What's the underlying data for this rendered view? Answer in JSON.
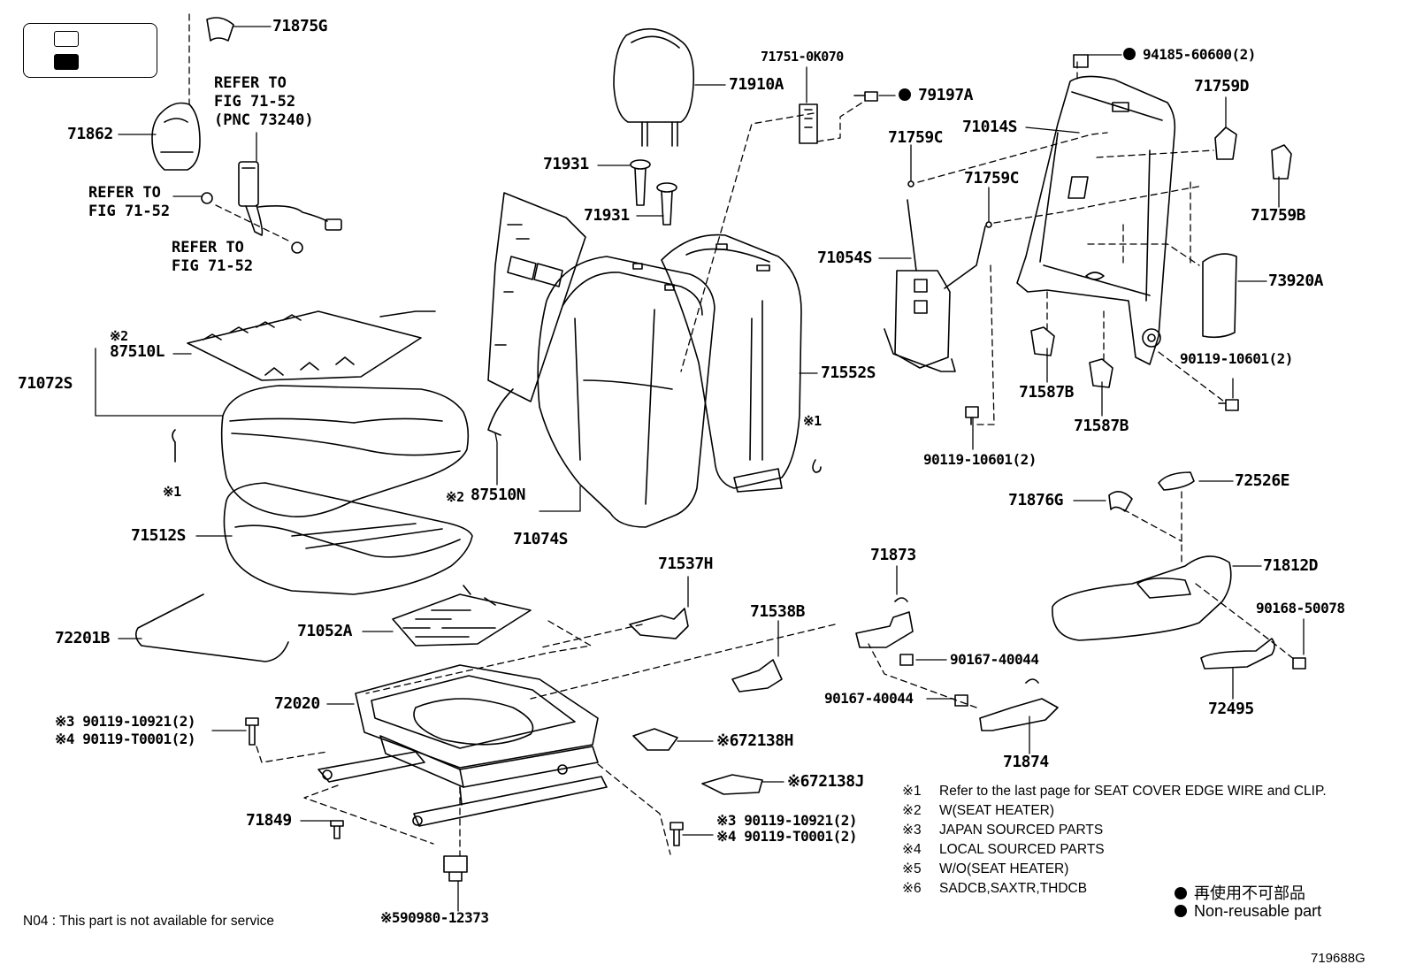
{
  "key": {
    "items": [
      "open-box",
      "filled-box"
    ]
  },
  "labels": {
    "l_71875G": "71875G",
    "l_71862": "71862",
    "l_71910A": "71910A",
    "l_71751": "71751-0K070",
    "l_79197A": "79197A",
    "l_94185": "94185-60600(2)",
    "l_71759D": "71759D",
    "l_71931a": "71931",
    "l_71931b": "71931",
    "l_71759Ca": "71759C",
    "l_71014S": "71014S",
    "l_71759Cb": "71759C",
    "l_71759B": "71759B",
    "l_71054S": "71054S",
    "l_73920A": "73920A",
    "l_87510L": "87510L",
    "l_71072S": "71072S",
    "l_71552S": "71552S",
    "l_90119a": "90119-10601(2)",
    "l_71587Ba": "71587B",
    "l_71587Bb": "71587B",
    "l_90119b": "90119-10601(2)",
    "l_87510N": "87510N",
    "l_72526E": "72526E",
    "l_71876G": "71876G",
    "l_71512S": "71512S",
    "l_71074S": "71074S",
    "l_71537H": "71537H",
    "l_71873": "71873",
    "l_71812D": "71812D",
    "l_71538B": "71538B",
    "l_90168": "90168-50078",
    "l_72201B": "72201B",
    "l_71052A": "71052A",
    "l_90167a": "90167-40044",
    "l_72020": "72020",
    "l_90167b": "90167-40044",
    "l_72495": "72495",
    "l_90119c": "90119-10921(2)",
    "l_90119d": "90119-T0001(2)",
    "l_72138H": "72138H",
    "l_71874": "71874",
    "l_72138J": "72138J",
    "l_71849": "71849",
    "l_90119e": "90119-10921(2)",
    "l_90119f": "90119-T0001(2)",
    "l_90980": "90980-12373",
    "l_719688G": "719688G"
  },
  "marks": {
    "m2a": "※2",
    "m1a": "※1",
    "m1b": "※1",
    "m2b": "※2",
    "m3a": "※3",
    "m4a": "※4",
    "m6a": "※6",
    "m6b": "※6",
    "m3b": "※3",
    "m4b": "※4",
    "m5": "※5"
  },
  "refs": {
    "r1": "REFER TO\nFIG 71-52\n(PNC 73240)",
    "r2": "REFER TO\nFIG 71-52",
    "r3": "REFER TO\nFIG 71-52"
  },
  "footnote": "N04 : This part is not available for service",
  "legend": [
    {
      "mark": "※1",
      "text": "Refer to the last page for SEAT COVER EDGE WIRE and CLIP."
    },
    {
      "mark": "※2",
      "text": "W(SEAT HEATER)"
    },
    {
      "mark": "※3",
      "text": "JAPAN SOURCED PARTS"
    },
    {
      "mark": "※4",
      "text": "LOCAL SOURCED PARTS"
    },
    {
      "mark": "※5",
      "text": "W/O(SEAT HEATER)"
    },
    {
      "mark": "※6",
      "text": "SADCB,SAXTR,THDCB"
    }
  ],
  "nonreusable_jp": "再使用不可部品",
  "nonreusable_en": "Non-reusable part"
}
